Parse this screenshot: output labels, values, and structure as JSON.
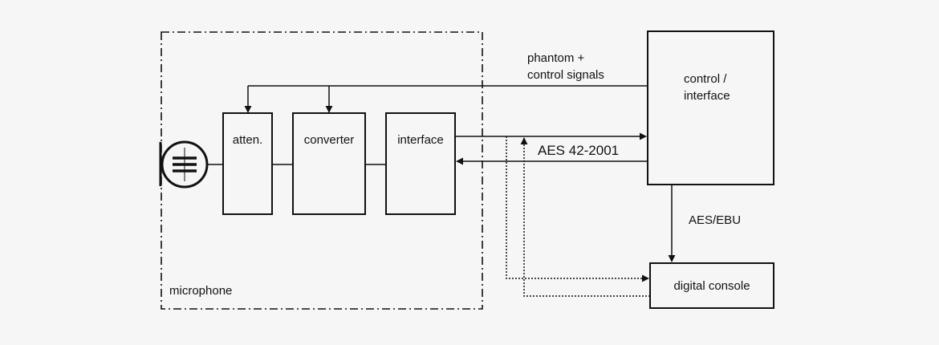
{
  "colors": {
    "background": "#f6f6f6",
    "stroke": "#111111"
  },
  "labels": {
    "microphone": "microphone",
    "atten": "atten.",
    "converter": "converter",
    "interface": "interface",
    "control_interface_line1": "control /",
    "control_interface_line2": "interface",
    "phantom_line1": "phantom +",
    "phantom_line2": "control signals",
    "aes42": "AES 42-2001",
    "aes_ebu": "AES/EBU",
    "digital_console": "digital console"
  },
  "icons": {
    "mic_capsule": "microphone-capsule-icon"
  }
}
